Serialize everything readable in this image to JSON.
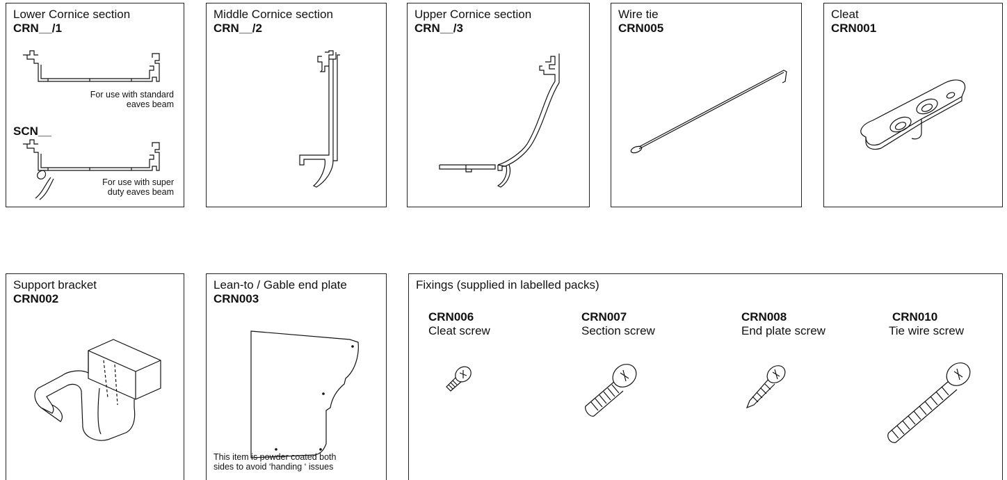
{
  "panels": {
    "lower_cornice": {
      "title": "Lower Cornice section",
      "code": "CRN__/1",
      "note_standard": "For use with standard eaves beam",
      "note_standard_l1": "For use with standard",
      "note_standard_l2": "eaves beam",
      "alt_code": "SCN__",
      "note_super_l1": "For use with super",
      "note_super_l2": "duty eaves beam"
    },
    "middle_cornice": {
      "title": "Middle Cornice section",
      "code": "CRN__/2"
    },
    "upper_cornice": {
      "title": "Upper Cornice section",
      "code": "CRN__/3"
    },
    "wire_tie": {
      "title": "Wire tie",
      "code": "CRN005"
    },
    "cleat": {
      "title": "Cleat",
      "code": "CRN001"
    },
    "support_bracket": {
      "title": "Support bracket",
      "code": "CRN002"
    },
    "end_plate": {
      "title": "Lean-to / Gable end plate",
      "code": "CRN003",
      "note_l1": "This item is powder coated both",
      "note_l2": "sides to avoid ‘handing ‘ issues"
    },
    "fixings": {
      "title": "Fixings (supplied in labelled packs)",
      "items": [
        {
          "code": "CRN006",
          "name": "Cleat screw"
        },
        {
          "code": "CRN007",
          "name": "Section screw"
        },
        {
          "code": "CRN008",
          "name": "End plate screw"
        },
        {
          "code": "CRN010",
          "name": "Tie wire screw"
        }
      ]
    }
  }
}
